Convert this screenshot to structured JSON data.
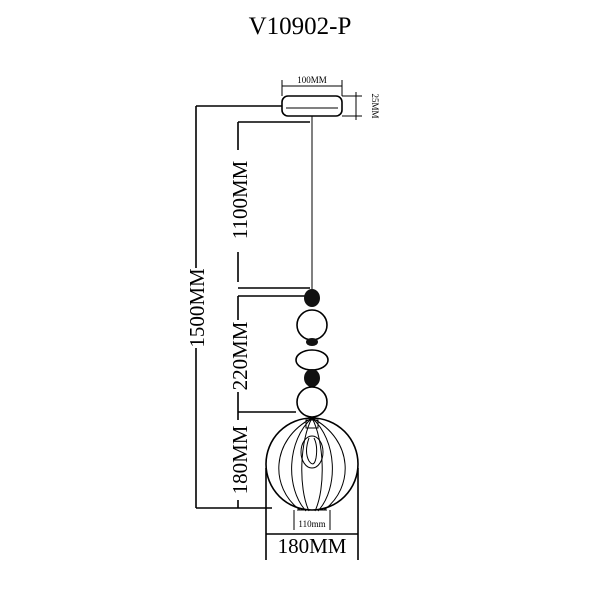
{
  "title": "V10902-P",
  "dimensions": {
    "canopy_width": "100MM",
    "canopy_height": "25MM",
    "total_drop": "1500MM",
    "cable_length": "1100MM",
    "bead_stack": "220MM",
    "shade_height": "180MM",
    "shade_opening": "110mm",
    "shade_width": "180MM"
  }
}
